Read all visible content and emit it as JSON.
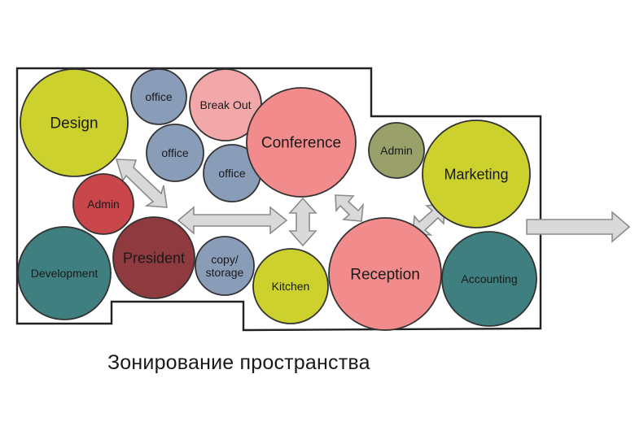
{
  "caption": "Зонирование пространства",
  "colors": {
    "olive": "#ccd12e",
    "blue_gray": "#8a9db8",
    "pink_light": "#f2a8a8",
    "pink": "#f28c8c",
    "red": "#c9464a",
    "maroon": "#8f3a3e",
    "teal": "#3f7f80",
    "olive_gray": "#9aa06a",
    "arrow_fill": "#d9d9d9",
    "arrow_stroke": "#8c8c8c",
    "outline": "#222222"
  },
  "zones": [
    {
      "id": "design",
      "label": "Design",
      "color": "olive"
    },
    {
      "id": "office-1",
      "label": "office",
      "color": "blue_gray"
    },
    {
      "id": "break-out",
      "label": "Break Out",
      "color": "pink_light"
    },
    {
      "id": "office-2",
      "label": "office",
      "color": "blue_gray"
    },
    {
      "id": "office-3",
      "label": "office",
      "color": "blue_gray"
    },
    {
      "id": "conference",
      "label": "Conference",
      "color": "pink"
    },
    {
      "id": "admin-right",
      "label": "Admin",
      "color": "olive_gray"
    },
    {
      "id": "marketing",
      "label": "Marketing",
      "color": "olive"
    },
    {
      "id": "admin-left",
      "label": "Admin",
      "color": "red"
    },
    {
      "id": "president",
      "label": "President",
      "color": "maroon"
    },
    {
      "id": "development",
      "label": "Development",
      "color": "teal"
    },
    {
      "id": "copy-storage",
      "label": "copy/\nstorage",
      "color": "blue_gray"
    },
    {
      "id": "kitchen",
      "label": "Kitchen",
      "color": "olive"
    },
    {
      "id": "reception",
      "label": "Reception",
      "color": "pink"
    },
    {
      "id": "accounting",
      "label": "Accounting",
      "color": "teal"
    }
  ]
}
